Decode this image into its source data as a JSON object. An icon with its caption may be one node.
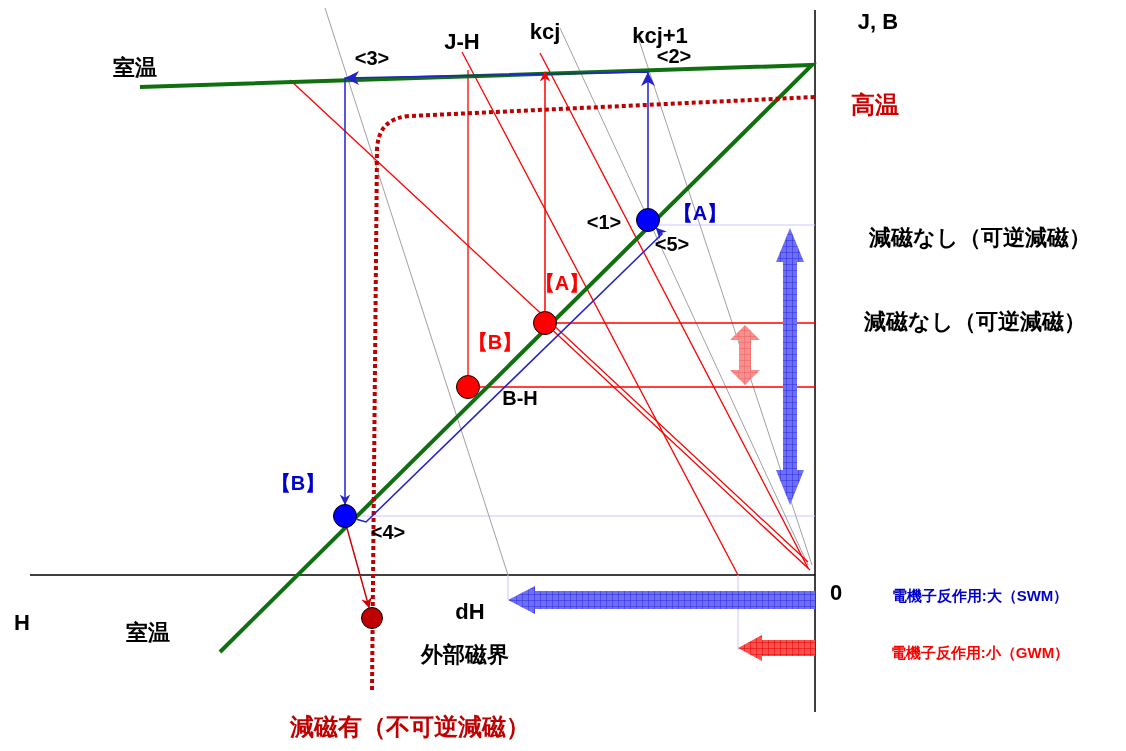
{
  "diagram": {
    "nodes": [
      {
        "text": [],
        "shape": "circle"
      },
      {
        "text": [],
        "shape": "circle"
      },
      {
        "text": [],
        "shape": "circle"
      },
      {
        "text": [],
        "shape": "circle"
      },
      {
        "text": [],
        "shape": "circle"
      }
    ],
    "edges": [
      {
        "from": 0,
        "to": 1,
        "arrow": "to",
        "color": "#cc0000"
      },
      {
        "from": 4,
        "to": 0,
        "arrow": "to",
        "color": "#2222cc"
      },
      {
        "from": 3,
        "to": null,
        "arrow": "to",
        "color": "#ff0000"
      },
      {
        "from": 0,
        "to": 4,
        "arrow": "to",
        "color": "#2222cc"
      }
    ],
    "labels": [
      "J, B",
      "J-H",
      "kcj",
      "kcj+1",
      "室温",
      "<3>",
      "<2>",
      "高温",
      "<1>",
      "【A】",
      "<5>",
      "減磁なし（可逆減磁）",
      "【A】",
      "減磁なし（可逆減磁）",
      "【B】",
      "B-H",
      "【B】",
      "<4>",
      "0",
      "電機子反作用:大（SWM）",
      "H",
      "室温",
      "dH",
      "外部磁界",
      "電機子反作用:小（GWM）",
      "減磁有（不可逆減磁）"
    ]
  }
}
